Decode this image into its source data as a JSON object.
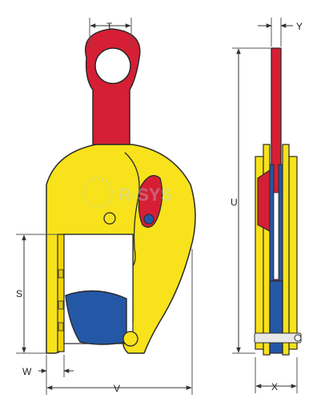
{
  "dimensions": {
    "t": "T",
    "y": "Y",
    "u": "U",
    "s": "S",
    "w": "W",
    "v": "V",
    "x": "X"
  },
  "watermark": {
    "brand": "R-SYS"
  },
  "colors": {
    "shackle_red": "#d61f35",
    "body_yellow": "#f7e21b",
    "jaw_blue": "#2457a6",
    "outline": "#2a2a2a",
    "dimension_line": "#555555"
  }
}
